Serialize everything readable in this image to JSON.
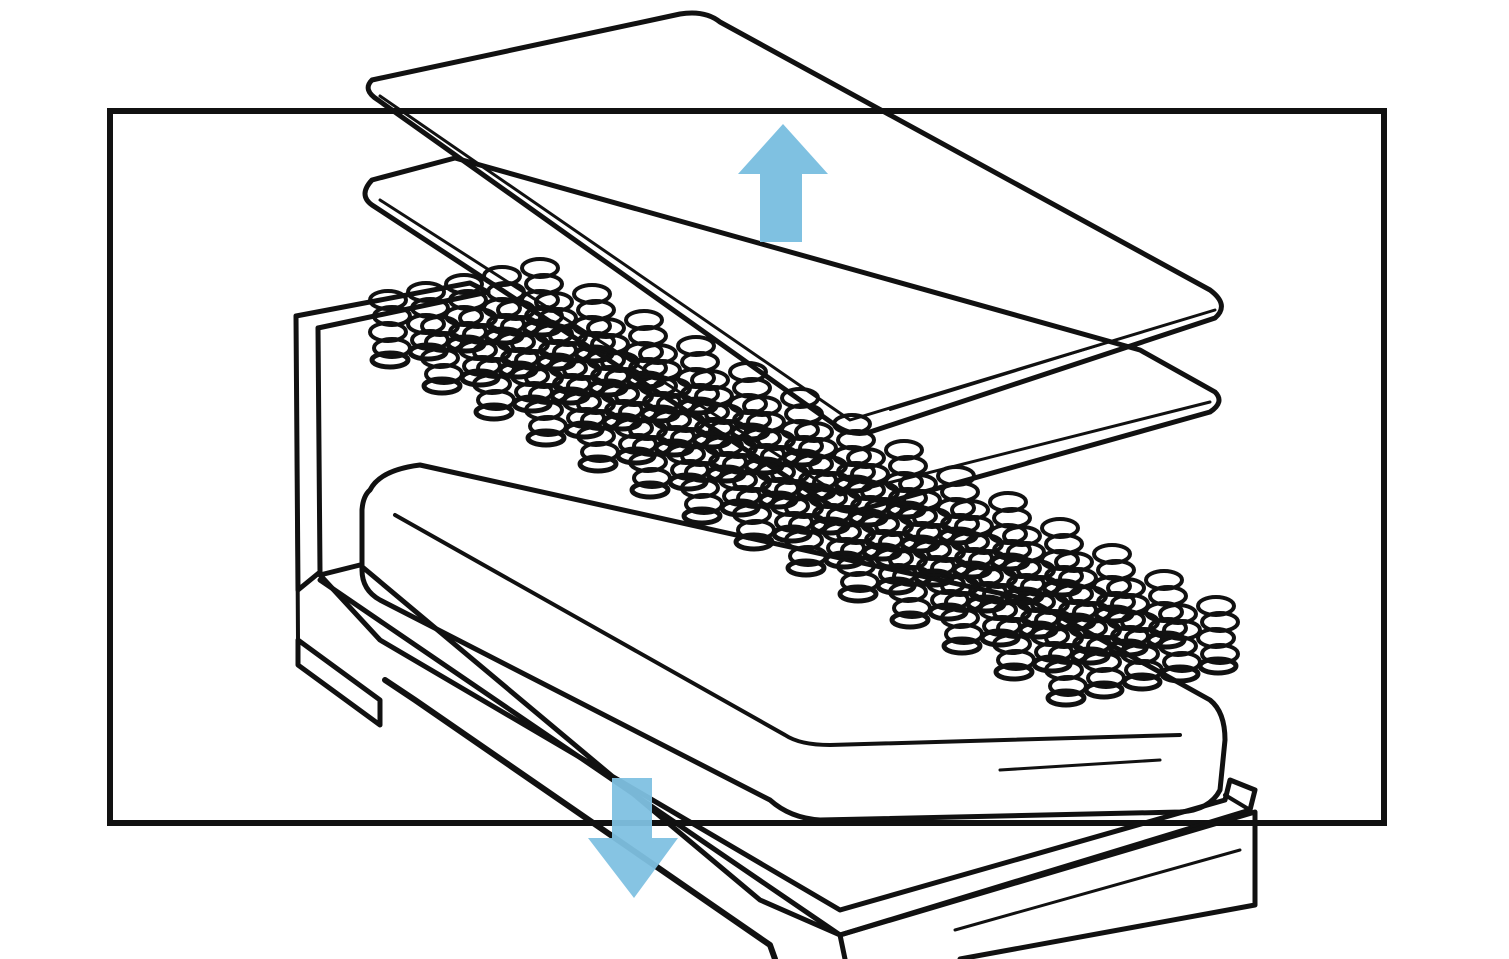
{
  "diagram": {
    "subject": "exploded-mattress-with-pocket-springs",
    "layers": [
      "top-comfort-layer",
      "second-comfort-layer",
      "spring-coil-grid",
      "base-foam-block",
      "bed-frame"
    ],
    "arrows": [
      {
        "name": "up-arrow-icon",
        "direction": "up"
      },
      {
        "name": "down-arrow-icon",
        "direction": "down"
      }
    ]
  },
  "colors": {
    "ink": "#111111",
    "arrow": "#7fc1e1",
    "background": "#ffffff",
    "frame": "#111111",
    "layer_fill": "#ffffff"
  },
  "springs": {
    "rows": 5,
    "cols": 16
  }
}
